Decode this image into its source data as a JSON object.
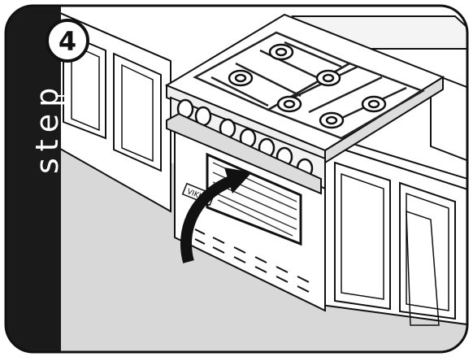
{
  "step": {
    "label": "step",
    "number": "4"
  },
  "appliance": {
    "brand_badge": "VIKING"
  },
  "icons": {
    "arrow": "curved-arrow-icon"
  }
}
